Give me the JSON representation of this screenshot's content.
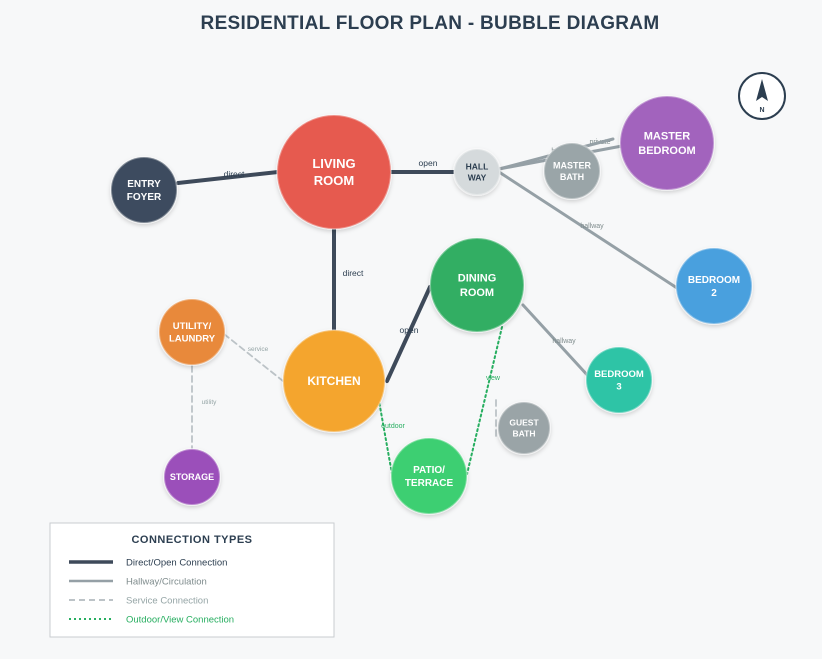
{
  "title": "RESIDENTIAL FLOOR PLAN - BUBBLE DIAGRAM",
  "compass": {
    "label": "N"
  },
  "colors": {
    "direct": "#3e4a5a",
    "hallway": "#95a0a6",
    "service": "#bcc3c7",
    "outdoor": "#27ae60"
  },
  "rooms": [
    {
      "id": "entry",
      "lines": [
        "ENTRY",
        "FOYER"
      ],
      "color": "#3e4c5e"
    },
    {
      "id": "living",
      "lines": [
        "LIVING",
        "ROOM"
      ],
      "color": "#e65a4f"
    },
    {
      "id": "hall",
      "lines": [
        "HALL",
        "WAY"
      ],
      "color": "#d5dadc"
    },
    {
      "id": "masterbath",
      "lines": [
        "MASTER",
        "BATH"
      ],
      "color": "#9aa5a8"
    },
    {
      "id": "master",
      "lines": [
        "MASTER",
        "BEDROOM"
      ],
      "color": "#a263bd"
    },
    {
      "id": "bedroom2",
      "lines": [
        "BEDROOM",
        "2"
      ],
      "color": "#4aa0de"
    },
    {
      "id": "dining",
      "lines": [
        "DINING",
        "ROOM"
      ],
      "color": "#33ae63"
    },
    {
      "id": "kitchen",
      "lines": [
        "KITCHEN"
      ],
      "color": "#f4a52e"
    },
    {
      "id": "utility",
      "lines": [
        "UTILITY/",
        "LAUNDRY"
      ],
      "color": "#e8893a"
    },
    {
      "id": "storage",
      "lines": [
        "STORAGE"
      ],
      "color": "#9b4fba"
    },
    {
      "id": "bedroom3",
      "lines": [
        "BEDROOM",
        "3"
      ],
      "color": "#2ec4a6"
    },
    {
      "id": "guestbath",
      "lines": [
        "GUEST",
        "BATH"
      ],
      "color": "#9aa4a7"
    },
    {
      "id": "patio",
      "lines": [
        "PATIO/",
        "TERRACE"
      ],
      "color": "#3ecf72"
    }
  ],
  "connections": [
    {
      "id": "entry-living",
      "type": "direct",
      "label": "direct"
    },
    {
      "id": "living-hall",
      "type": "direct",
      "label": "open"
    },
    {
      "id": "living-kitchen",
      "type": "direct",
      "label": "direct"
    },
    {
      "id": "kitchen-dining",
      "type": "direct",
      "label": "open"
    },
    {
      "id": "hall-master",
      "type": "hallway",
      "label": "private"
    },
    {
      "id": "hall-masterbath",
      "type": "hallway",
      "label": "hallway"
    },
    {
      "id": "hall-bedroom2",
      "type": "hallway",
      "label": "hallway"
    },
    {
      "id": "dining-bedroom3",
      "type": "hallway",
      "label": "hallway"
    },
    {
      "id": "utility-kitchen",
      "type": "service",
      "label": "service"
    },
    {
      "id": "utility-storage",
      "type": "service",
      "label": "utility"
    },
    {
      "id": "guestbath-link",
      "type": "service",
      "label": ""
    },
    {
      "id": "kitchen-patio",
      "type": "outdoor",
      "label": "outdoor"
    },
    {
      "id": "dining-patio",
      "type": "outdoor",
      "label": "view"
    }
  ],
  "legend": {
    "title": "CONNECTION TYPES",
    "items": [
      {
        "type": "direct",
        "label": "Direct/Open Connection",
        "text_color": "#2c3e50"
      },
      {
        "type": "hallway",
        "label": "Hallway/Circulation",
        "text_color": "#7f8c8d"
      },
      {
        "type": "service",
        "label": "Service Connection",
        "text_color": "#95a5a6"
      },
      {
        "type": "outdoor",
        "label": "Outdoor/View Connection",
        "text_color": "#27ae60"
      }
    ]
  }
}
